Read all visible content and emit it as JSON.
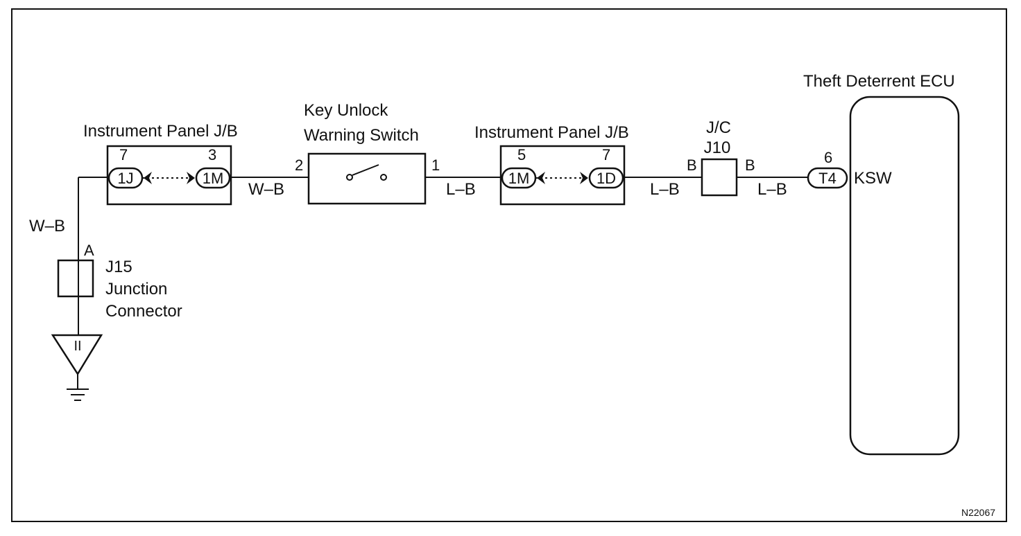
{
  "diagram": {
    "drawing_code": "N22067",
    "components": {
      "jb_left": {
        "title": "Instrument Panel J/B",
        "pin_left": "7",
        "pin_right": "3",
        "conn_left": "1J",
        "conn_right": "1M"
      },
      "switch": {
        "title_line1": "Key Unlock",
        "title_line2": "Warning Switch",
        "pin_left": "2",
        "pin_right": "1"
      },
      "jb_right": {
        "title": "Instrument Panel J/B",
        "pin_left": "5",
        "pin_right": "7",
        "conn_left": "1M",
        "conn_right": "1D"
      },
      "jc": {
        "title_line1": "J/C",
        "title_line2": "J10",
        "pin_left": "B",
        "pin_right": "B"
      },
      "ecu": {
        "title": "Theft Deterrent ECU",
        "pin": "6",
        "conn": "T4",
        "terminal": "KSW"
      },
      "j15": {
        "pin": "A",
        "title_line1": "J15",
        "title_line2": "Junction",
        "title_line3": "Connector"
      },
      "ground": {
        "label": "II"
      }
    },
    "wires": {
      "w1": "W–B",
      "w2": "W–B",
      "w3": "L–B",
      "w4": "L–B",
      "w5": "L–B"
    }
  }
}
